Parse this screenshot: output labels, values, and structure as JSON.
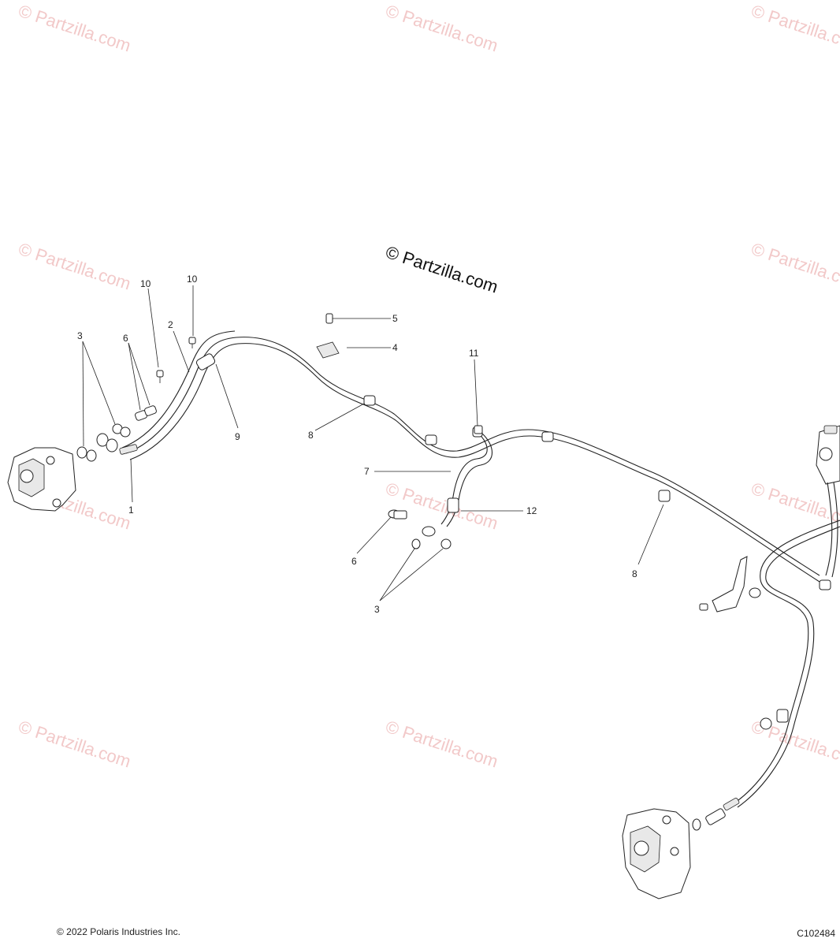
{
  "watermarks": {
    "repeat_text": "© Partzilla.com",
    "center_text": "© Partzilla.com"
  },
  "callouts": {
    "c1": "1",
    "c2": "2",
    "c3a": "3",
    "c3b": "3",
    "c4": "4",
    "c5": "5",
    "c6a": "6",
    "c6b": "6",
    "c7": "7",
    "c8a": "8",
    "c8b": "8",
    "c9": "9",
    "c10a": "10",
    "c10b": "10",
    "c11": "11",
    "c12": "12"
  },
  "footer": {
    "copyright": "© 2022 Polaris Industries Inc.",
    "diagram_id": "C102484"
  },
  "colors": {
    "watermark": "#f2c9c9",
    "line": "#222222"
  }
}
